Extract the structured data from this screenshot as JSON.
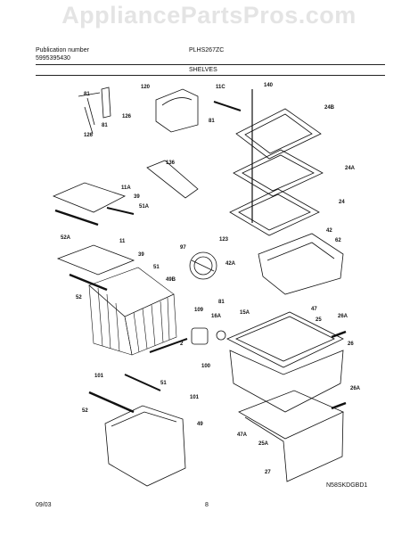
{
  "watermark": "AppliancePartsPros.com",
  "header": {
    "publication_label": "Publication number",
    "publication_number": "5995395430",
    "model": "PLHS267ZC",
    "section": "SHELVES"
  },
  "footer": {
    "date": "09/03",
    "page": "8",
    "drawing_code": "N58SKDGBD1"
  },
  "callouts": [
    "81",
    "126",
    "81",
    "126",
    "120",
    "11C",
    "140",
    "81",
    "24B",
    "136",
    "24A",
    "11A",
    "39",
    "51A",
    "24",
    "52A",
    "123",
    "42",
    "11",
    "62",
    "97",
    "39",
    "51",
    "42A",
    "49B",
    "52",
    "81",
    "47",
    "109",
    "16A",
    "15A",
    "25",
    "26A",
    "2",
    "26",
    "100",
    "101",
    "51",
    "52",
    "101",
    "49",
    "26A",
    "47A",
    "25A",
    "27"
  ]
}
